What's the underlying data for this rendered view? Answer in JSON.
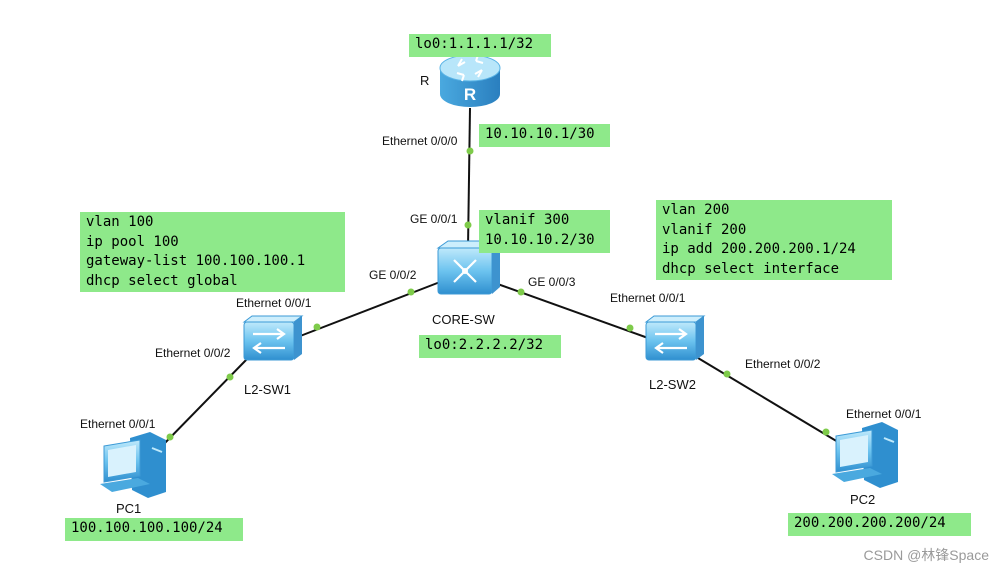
{
  "devices": {
    "router": "R",
    "core": "CORE-SW",
    "sw1": "L2-SW1",
    "sw2": "L2-SW2",
    "pc1": "PC1",
    "pc2": "PC2"
  },
  "ports": {
    "r_e000": "Ethernet 0/0/0",
    "core_ge001": "GE 0/0/1",
    "core_ge002": "GE 0/0/2",
    "core_ge003": "GE 0/0/3",
    "sw1_e001": "Ethernet 0/0/1",
    "sw1_e002": "Ethernet 0/0/2",
    "pc1_e001": "Ethernet 0/0/1",
    "sw2_e001": "Ethernet 0/0/1",
    "sw2_e002": "Ethernet 0/0/2",
    "pc2_e001": "Ethernet 0/0/1"
  },
  "notes": {
    "router_lo0": [
      "lo0:1.1.1.1/32"
    ],
    "router_if": [
      "10.10.10.1/30"
    ],
    "core_vlanif": [
      "vlanif 300",
      "10.10.10.2/30"
    ],
    "core_lo0": [
      "lo0:2.2.2.2/32"
    ],
    "vlan100": [
      "vlan 100",
      "ip pool 100",
      "gateway-list 100.100.100.1",
      "dhcp select global"
    ],
    "vlan200": [
      "vlan 200",
      "vlanif 200",
      "ip add 200.200.200.1/24",
      "dhcp select interface"
    ],
    "pc1_ip": [
      "100.100.100.100/24"
    ],
    "pc2_ip": [
      "200.200.200.200/24"
    ]
  },
  "colors": {
    "note_bg": "#8ee98a",
    "port_dot": "#7ecb4a",
    "device_fill": "#6cc3ef",
    "link": "#111111"
  },
  "watermark": "CSDN @林锋Space"
}
